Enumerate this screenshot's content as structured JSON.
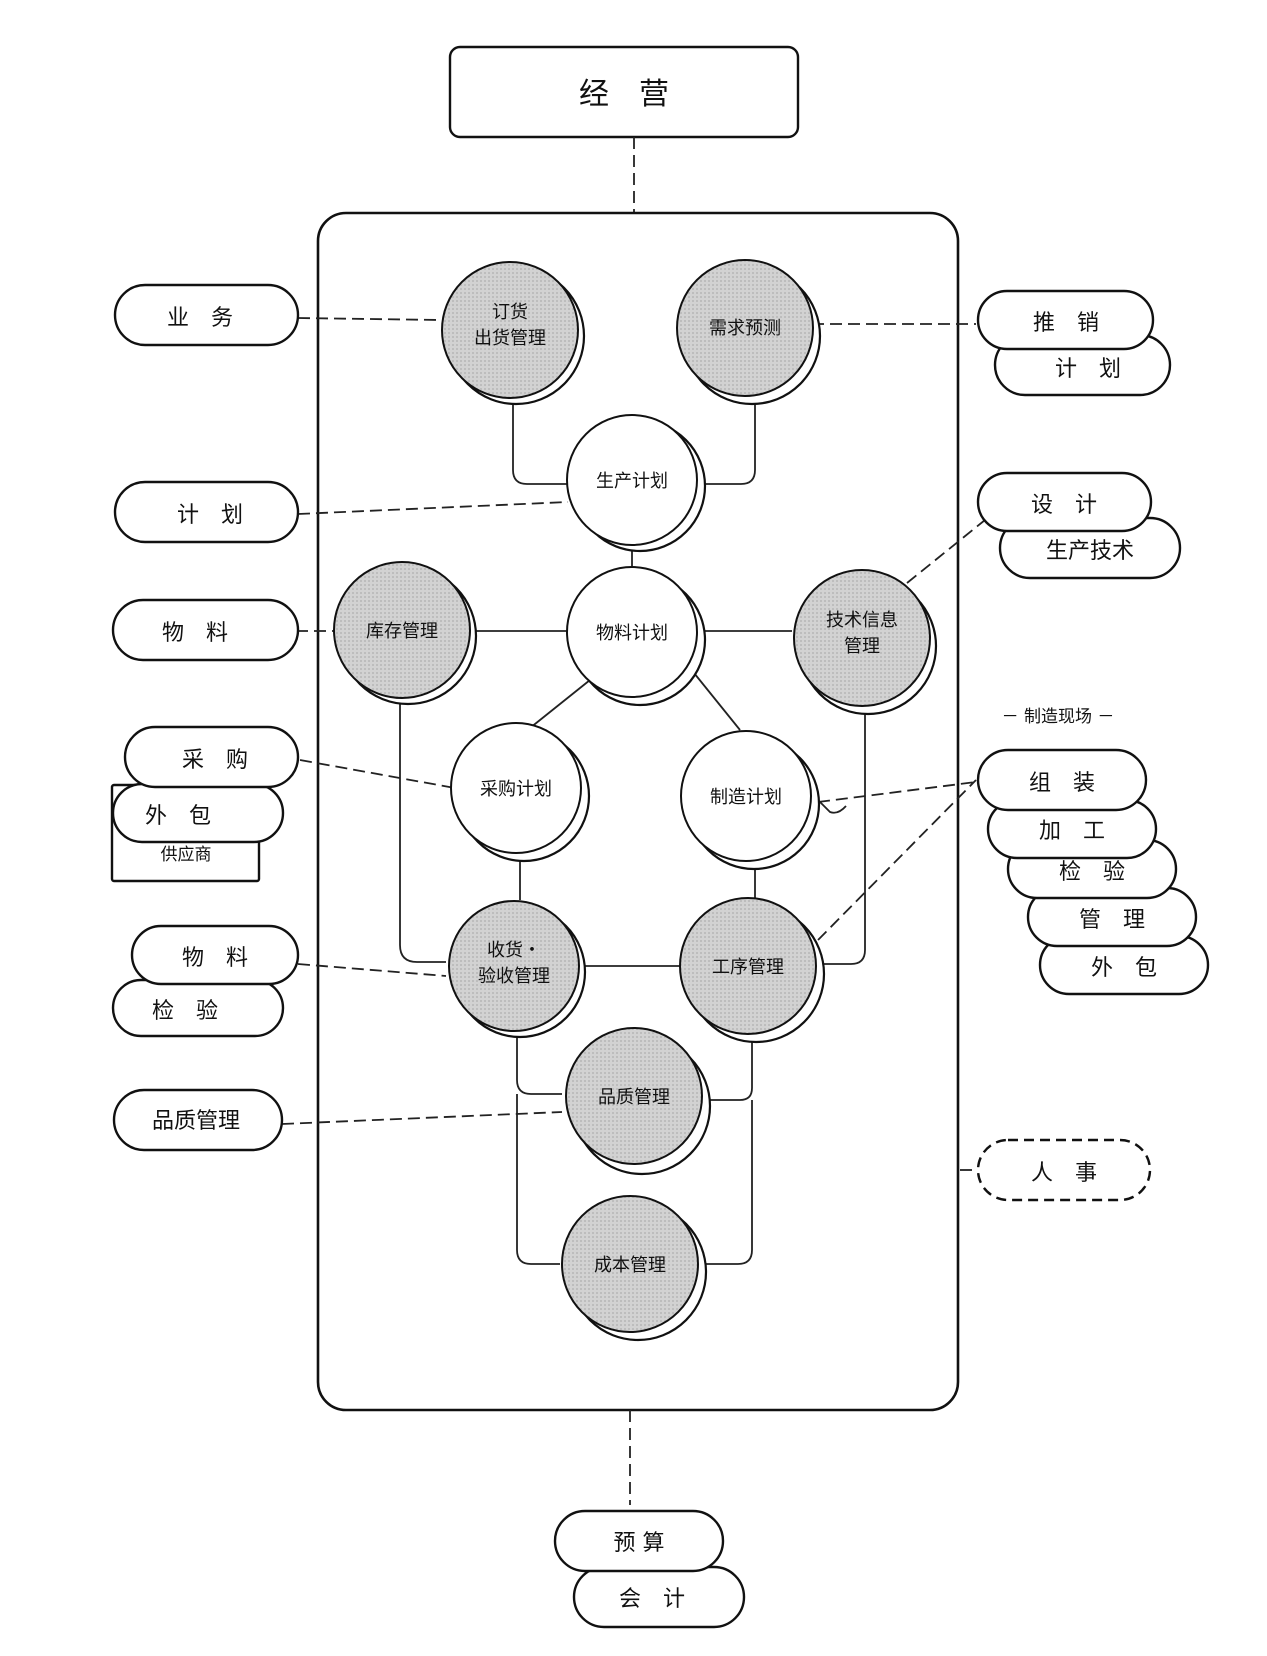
{
  "top": {
    "title": "经　营"
  },
  "left_boxes": {
    "business": "业　务",
    "plan": "计　划",
    "material": "物　料",
    "purchase": "采　购",
    "outsource": "外　包",
    "supplier": "供应商",
    "material_inspect_top": "物　料",
    "material_inspect_bottom": "检　验",
    "quality": "品质管理"
  },
  "right_boxes": {
    "sales_top": "推　销",
    "sales_bottom": "计　划",
    "design_top": "设　计",
    "design_bottom": "生产技术",
    "site_label": "－ 制造现场 －",
    "site_items": [
      "组　装",
      "加　工",
      "检　验",
      "管　理",
      "外　包"
    ],
    "hr": "人　事"
  },
  "bottom_boxes": {
    "budget": "预 算",
    "accounting": "会　计"
  },
  "nodes": {
    "order_line1": "订货",
    "order_line2": "出货管理",
    "demand_forecast": "需求预测",
    "production_plan": "生产计划",
    "inventory": "库存管理",
    "material_plan": "物料计划",
    "tech_info_line1": "技术信息",
    "tech_info_line2": "管理",
    "purchase_plan": "采购计划",
    "manufacturing_plan": "制造计划",
    "receiving_line1": "收货・",
    "receiving_line2": "验收管理",
    "process_mgmt": "工序管理",
    "quality_mgmt": "品质管理",
    "cost_mgmt": "成本管理"
  },
  "colors": {
    "ink": "#111111",
    "shade": "#cfcfcf"
  }
}
